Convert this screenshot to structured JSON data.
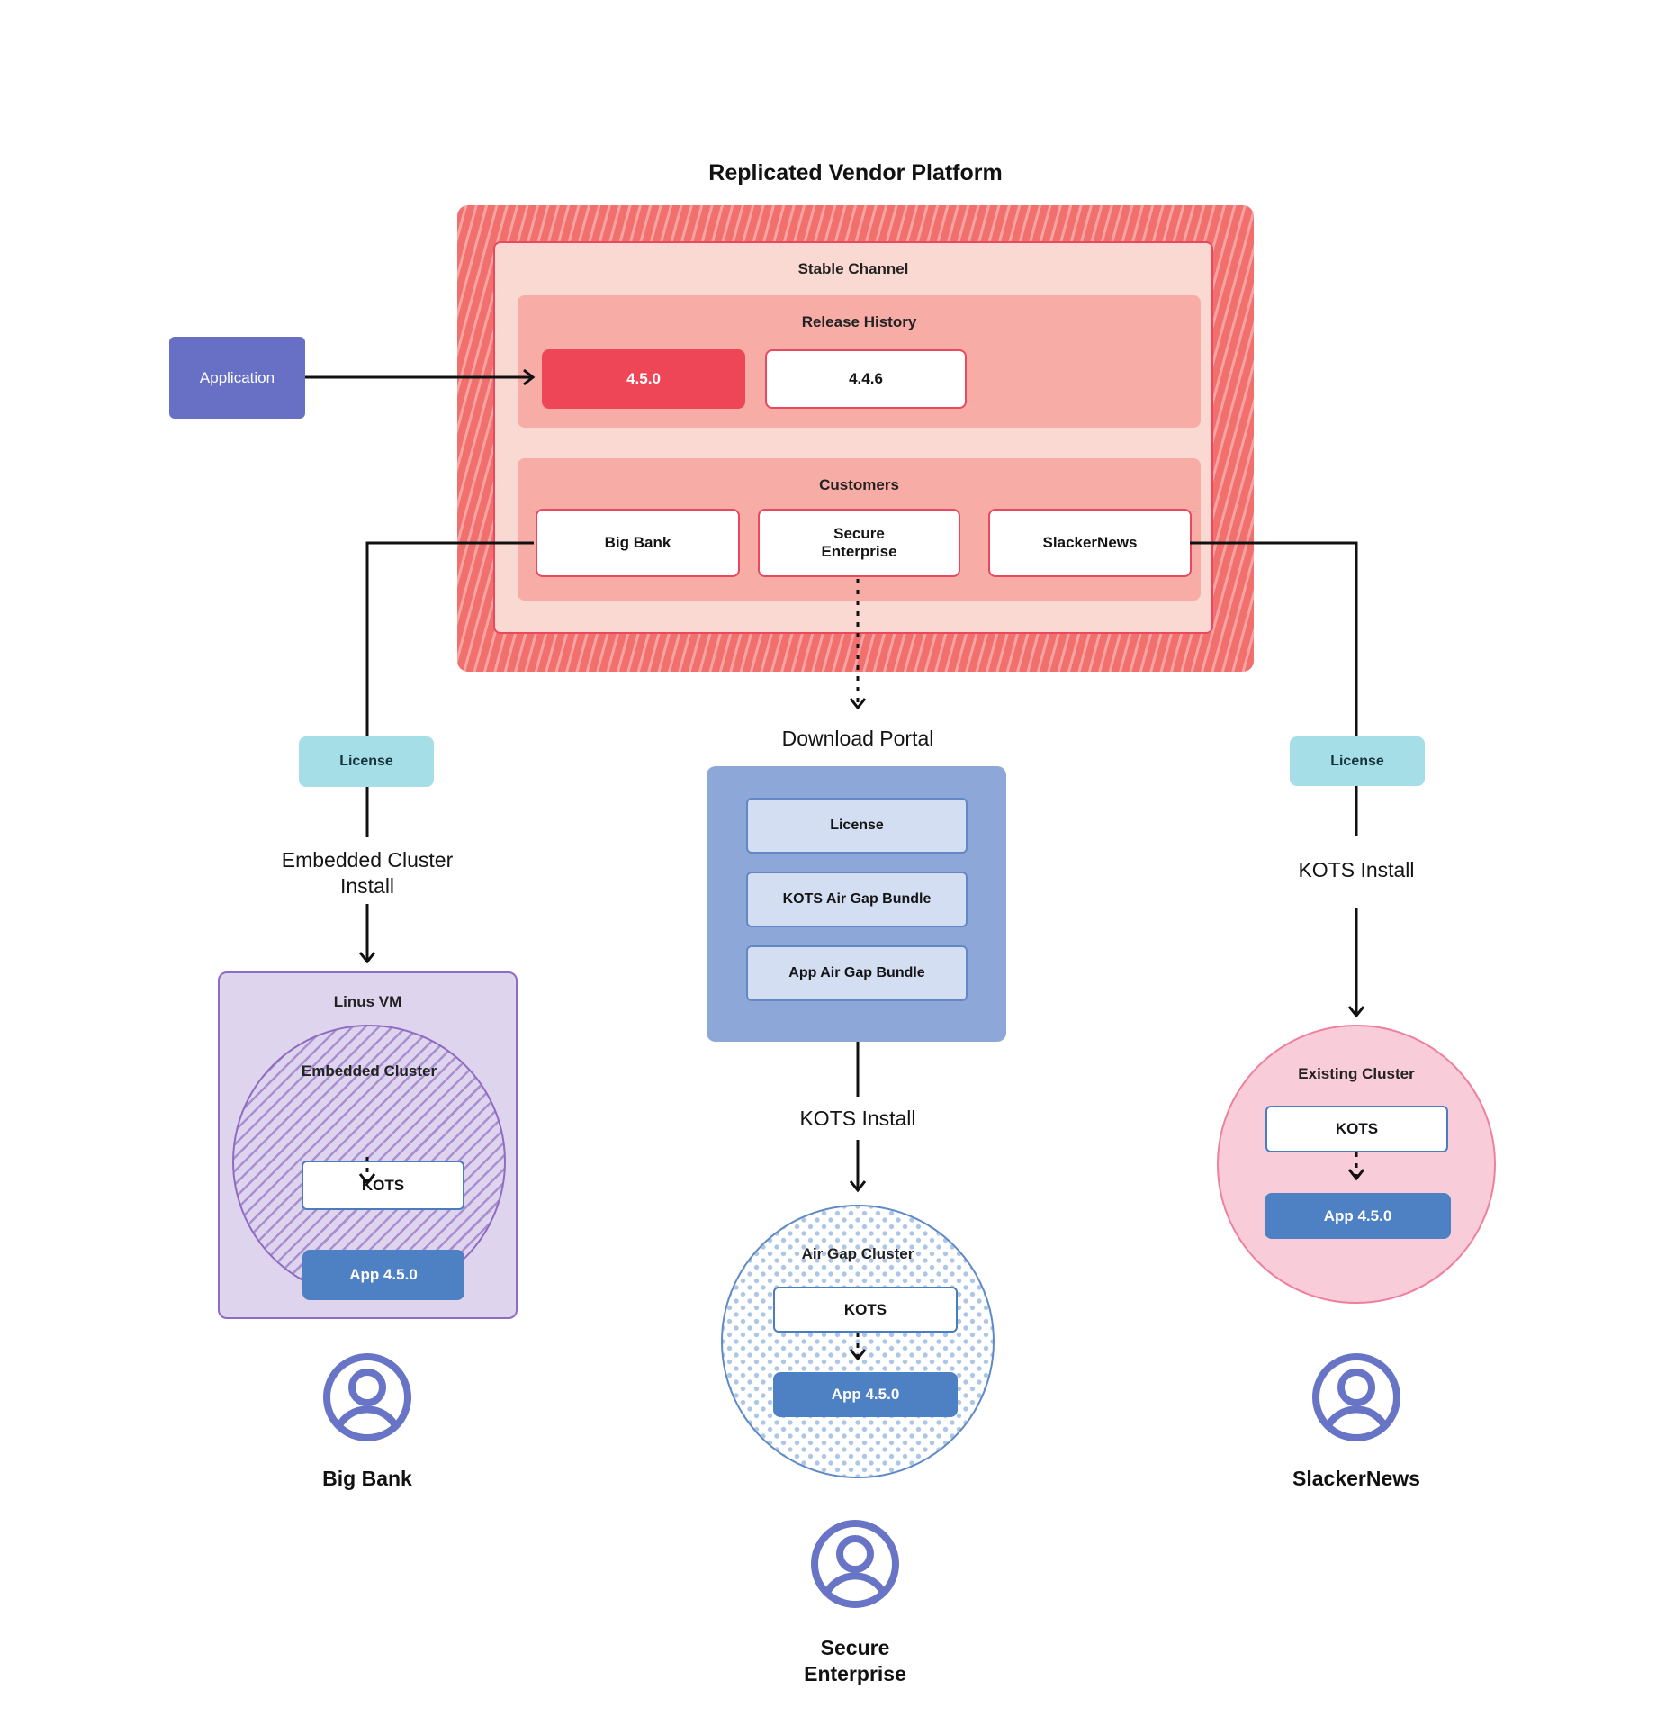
{
  "title": "Replicated Vendor Platform",
  "application": {
    "label": "Application"
  },
  "platform": {
    "stable_channel": "Stable Channel",
    "release_history": {
      "title": "Release History",
      "current_release": "4.5.0",
      "previous_release": "4.4.6"
    },
    "customers": {
      "title": "Customers",
      "big_bank": "Big Bank",
      "secure_enterprise": "Secure\nEnterprise",
      "slackernews": "SlackerNews"
    }
  },
  "big_bank_flow": {
    "license": "License",
    "install_method": "Embedded Cluster\nInstall",
    "vm_label": "Linus VM",
    "cluster_label": "Embedded Cluster",
    "kots": "KOTS",
    "app": "App 4.5.0",
    "customer_name": "Big Bank"
  },
  "secure_enterprise_flow": {
    "portal_title": "Download  Portal",
    "portal_items": [
      "License",
      "KOTS Air Gap Bundle",
      "App Air Gap Bundle"
    ],
    "install_method": "KOTS Install",
    "cluster_label": "Air Gap Cluster",
    "kots": "KOTS",
    "app": "App 4.5.0",
    "customer_name": "Secure\nEnterprise"
  },
  "slackernews_flow": {
    "license": "License",
    "install_method": "KOTS Install",
    "cluster_label": "Existing Cluster",
    "kots": "KOTS",
    "app": "App 4.5.0",
    "customer_name": "SlackerNews"
  },
  "colors": {
    "platform_hatch_red": "#F1706E",
    "platform_hatch_stripe": "#F7A3A1",
    "stable_channel_fill": "#FBD9D3",
    "section_salmon": "#F7ACA5",
    "crimson_border": "#E9485E",
    "current_release_red": "#EE4557",
    "application_purple": "#6770C4",
    "license_teal": "#A6DEE8",
    "portal_blue": "#8DA8D8",
    "portal_item_fill": "#D4DEF3",
    "app_node_blue": "#4E80C4",
    "vm_lavender": "#DED4ED",
    "vm_purple_border": "#8F6CC0",
    "existing_cluster_pink": "#F8CCD8",
    "person_icon_purple": "#6874C6"
  }
}
